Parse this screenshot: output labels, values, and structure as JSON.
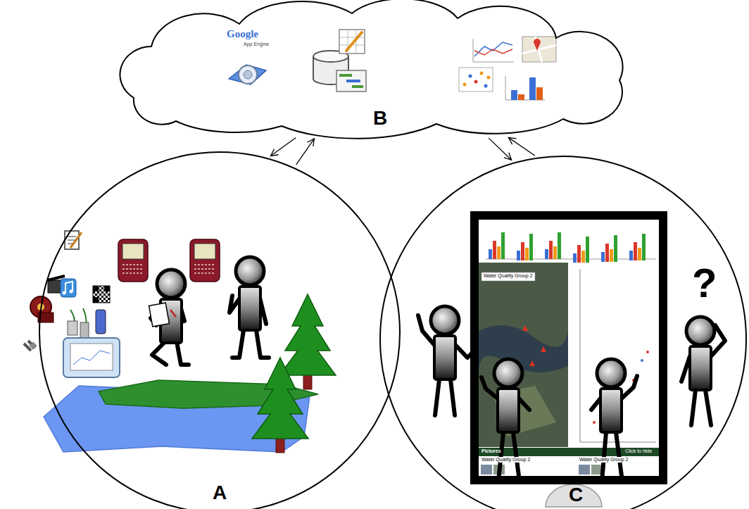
{
  "diagram": {
    "nodes": [
      {
        "text": [
          "B"
        ]
      },
      {
        "text": [
          "A"
        ]
      },
      {
        "text": [
          "C"
        ]
      }
    ],
    "edges": [
      {
        "from": 0,
        "to": 1,
        "arrow": "to"
      },
      {
        "from": 1,
        "to": 0,
        "arrow": "to"
      },
      {
        "from": 0,
        "to": 2,
        "arrow": "to"
      },
      {
        "from": 2,
        "to": 0,
        "arrow": "to"
      }
    ],
    "labels": [
      "Google",
      "App Engine",
      "Water Quality Group 2",
      "Pictures",
      "Click to hide",
      "Water Quality Group 2",
      "Water Quality Group 2",
      "?"
    ]
  }
}
